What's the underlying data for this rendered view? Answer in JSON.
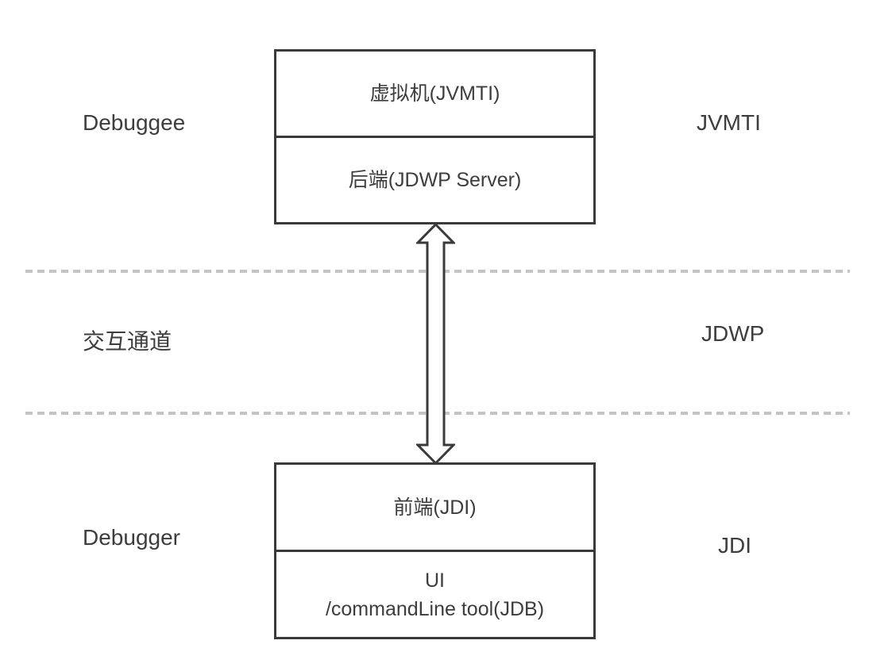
{
  "side_labels": {
    "debuggee": "Debuggee",
    "jvmti": "JVMTI",
    "channel": "交互通道",
    "jdwp": "JDWP",
    "debugger": "Debugger",
    "jdi": "JDI"
  },
  "debuggee_box": {
    "vm_cell": "虚拟机(JVMTI)",
    "backend_cell": "后端(JDWP Server)"
  },
  "debugger_box": {
    "frontend_cell": "前端(JDI)",
    "ui_cell_line1": "UI",
    "ui_cell_line2": "/commandLine tool(JDB)"
  },
  "colors": {
    "background": "#ffffff",
    "border": "#3a3a3a",
    "text": "#3d3d3d",
    "dashed": "#c4c4c4",
    "arrow_fill": "#ffffff"
  }
}
